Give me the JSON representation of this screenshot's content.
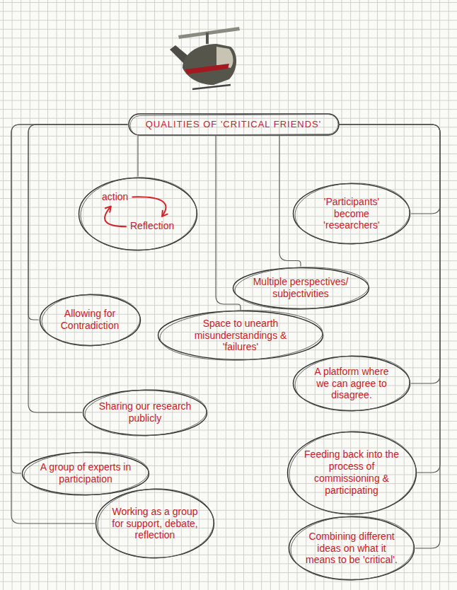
{
  "diagram": {
    "nodes": [
      {
        "text": [
          "QUALITIES OF 'CRITICAL FRIENDS'"
        ]
      },
      {
        "text": [
          "action",
          "Reflection"
        ]
      },
      {
        "text": [
          "'Participants' become 'researchers'"
        ]
      },
      {
        "text": [
          "Multiple perspectives/ subjectivities"
        ]
      },
      {
        "text": [
          "Allowing for Contradiction"
        ]
      },
      {
        "text": [
          "Space to unearth misunderstandings & 'failures'"
        ]
      },
      {
        "text": [
          "A platform where we can agree to disagree."
        ]
      },
      {
        "text": [
          "Sharing our research publicly"
        ]
      },
      {
        "text": [
          "A group of experts in participation"
        ]
      },
      {
        "text": [
          "Feeding back into the process of commissioning & participating"
        ]
      },
      {
        "text": [
          "Working as a group for support, debate, reflection"
        ]
      },
      {
        "text": [
          "Combining different ideas on what it means to be 'critical'."
        ]
      }
    ],
    "edges": [
      {
        "from": 0,
        "to": 1,
        "arrow": "none"
      },
      {
        "from": 0,
        "to": 2,
        "arrow": "none"
      },
      {
        "from": 0,
        "to": 3,
        "arrow": "none"
      },
      {
        "from": 0,
        "to": 4,
        "arrow": "none"
      },
      {
        "from": 0,
        "to": 5,
        "arrow": "none"
      },
      {
        "from": 0,
        "to": 6,
        "arrow": "none"
      },
      {
        "from": 0,
        "to": 7,
        "arrow": "none"
      },
      {
        "from": 0,
        "to": 8,
        "arrow": "none"
      },
      {
        "from": 0,
        "to": 9,
        "arrow": "none"
      },
      {
        "from": 0,
        "to": 10,
        "arrow": "none"
      },
      {
        "from": 0,
        "to": 11,
        "arrow": "none"
      }
    ]
  }
}
